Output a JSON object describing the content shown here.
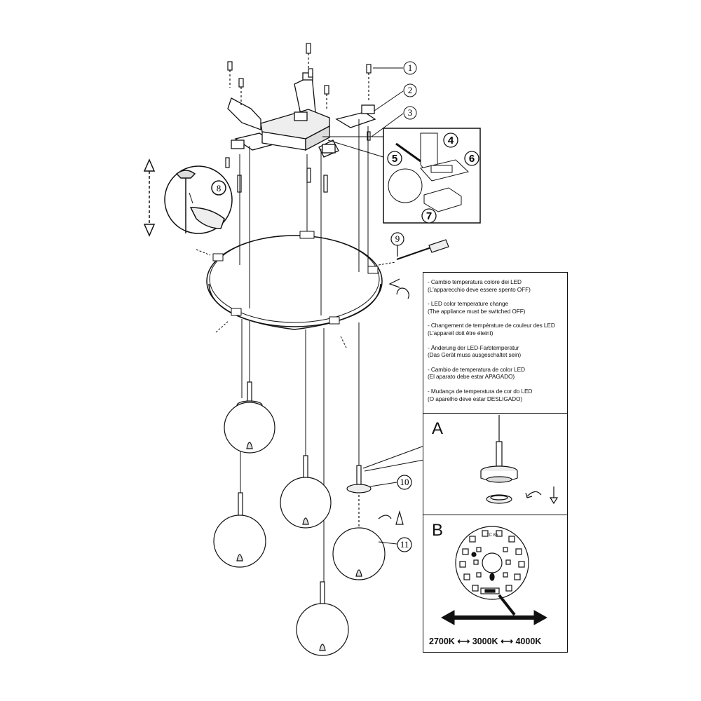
{
  "callouts": [
    "1",
    "2",
    "3",
    "4",
    "5",
    "6",
    "7",
    "8",
    "9",
    "10",
    "11"
  ],
  "notes": [
    {
      "title": "- Cambio temperatura colore dei LED",
      "sub": "(L'apparecchio deve essere spento OFF)"
    },
    {
      "title": "- LED color temperature change",
      "sub": "(The appliance must be switched OFF)"
    },
    {
      "title": "- Changement de température de couleur des LED",
      "sub": "(L'appareil doit être éteint)"
    },
    {
      "title": "- Änderung der LED-Farbtemperatur",
      "sub": "(Das Gerät muss ausgeschaltet sein)"
    },
    {
      "title": "- Cambio de temperatura de color LED",
      "sub": "(El aparato debe estar APAGADO)"
    },
    {
      "title": "- Mudança de temperatura de cor do LED",
      "sub": "(O aparelho deve estar DESLIGADO)"
    }
  ],
  "panel_a": {
    "letter": "A"
  },
  "panel_b": {
    "letter": "B",
    "board_label": "TC 85"
  },
  "color_temps": [
    "2700K",
    "3000K",
    "4000K"
  ]
}
